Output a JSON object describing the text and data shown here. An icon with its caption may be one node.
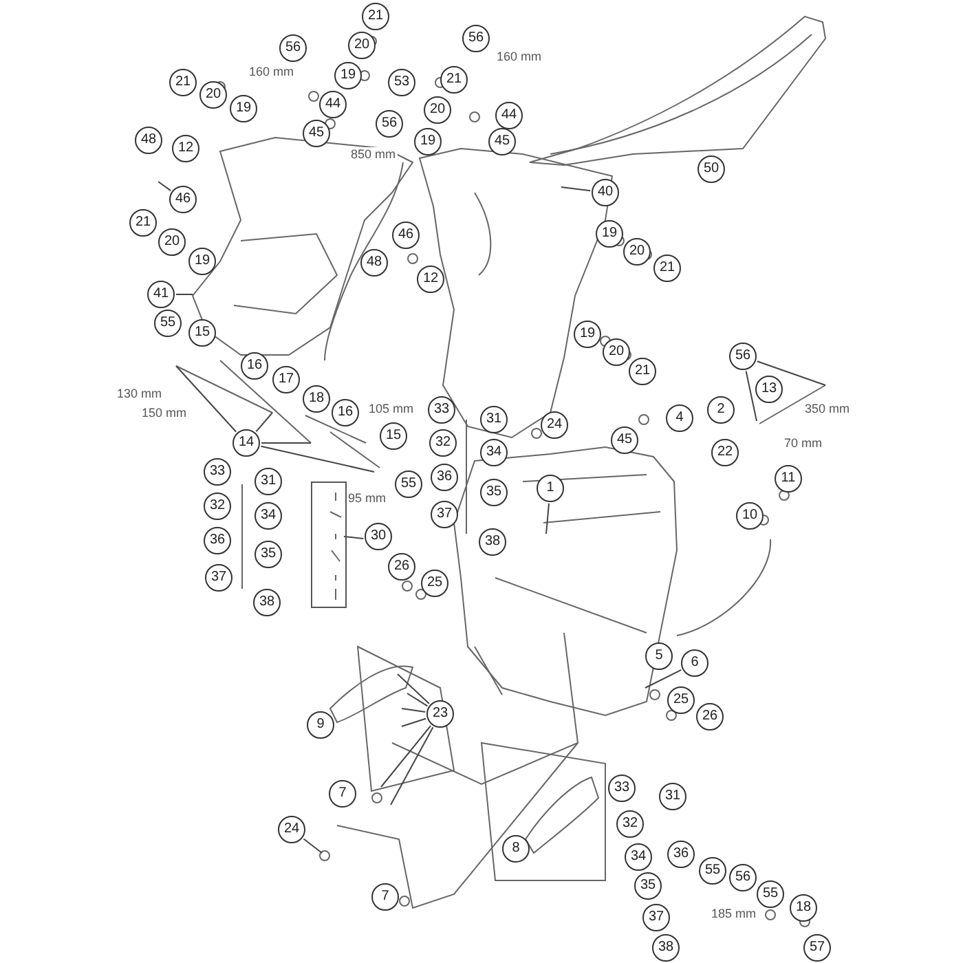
{
  "diagram": {
    "nodes": [
      {
        "text": [
          "21"
        ]
      },
      {
        "text": [
          "56"
        ]
      },
      {
        "text": [
          "20"
        ]
      },
      {
        "text": [
          "56"
        ]
      },
      {
        "text": [
          "19"
        ]
      },
      {
        "text": [
          "53"
        ]
      },
      {
        "text": [
          "21"
        ]
      },
      {
        "text": [
          "21"
        ]
      },
      {
        "text": [
          "20"
        ]
      },
      {
        "text": [
          "44"
        ]
      },
      {
        "text": [
          "19"
        ]
      },
      {
        "text": [
          "20"
        ]
      },
      {
        "text": [
          "44"
        ]
      },
      {
        "text": [
          "56"
        ]
      },
      {
        "text": [
          "45"
        ]
      },
      {
        "text": [
          "19"
        ]
      },
      {
        "text": [
          "48"
        ]
      },
      {
        "text": [
          "45"
        ]
      },
      {
        "text": [
          "12"
        ]
      },
      {
        "text": [
          "50"
        ]
      },
      {
        "text": [
          "40"
        ]
      },
      {
        "text": [
          "46"
        ]
      },
      {
        "text": [
          "21"
        ]
      },
      {
        "text": [
          "46"
        ]
      },
      {
        "text": [
          "19"
        ]
      },
      {
        "text": [
          "20"
        ]
      },
      {
        "text": [
          "19"
        ]
      },
      {
        "text": [
          "20"
        ]
      },
      {
        "text": [
          "48"
        ]
      },
      {
        "text": [
          "21"
        ]
      },
      {
        "text": [
          "12"
        ]
      },
      {
        "text": [
          "41"
        ]
      },
      {
        "text": [
          "55"
        ]
      },
      {
        "text": [
          "19"
        ]
      },
      {
        "text": [
          "15"
        ]
      },
      {
        "text": [
          "20"
        ]
      },
      {
        "text": [
          "56"
        ]
      },
      {
        "text": [
          "16"
        ]
      },
      {
        "text": [
          "21"
        ]
      },
      {
        "text": [
          "17"
        ]
      },
      {
        "text": [
          "13"
        ]
      },
      {
        "text": [
          "18"
        ]
      },
      {
        "text": [
          "2"
        ]
      },
      {
        "text": [
          "33"
        ]
      },
      {
        "text": [
          "16"
        ]
      },
      {
        "text": [
          "4"
        ]
      },
      {
        "text": [
          "31"
        ]
      },
      {
        "text": [
          "24"
        ]
      },
      {
        "text": [
          "15"
        ]
      },
      {
        "text": [
          "32"
        ]
      },
      {
        "text": [
          "45"
        ]
      },
      {
        "text": [
          "14"
        ]
      },
      {
        "text": [
          "34"
        ]
      },
      {
        "text": [
          "22"
        ]
      },
      {
        "text": [
          "33"
        ]
      },
      {
        "text": [
          "36"
        ]
      },
      {
        "text": [
          "11"
        ]
      },
      {
        "text": [
          "31"
        ]
      },
      {
        "text": [
          "55"
        ]
      },
      {
        "text": [
          "1"
        ]
      },
      {
        "text": [
          "35"
        ]
      },
      {
        "text": [
          "32"
        ]
      },
      {
        "text": [
          "37"
        ]
      },
      {
        "text": [
          "34"
        ]
      },
      {
        "text": [
          "10"
        ]
      },
      {
        "text": [
          "36"
        ]
      },
      {
        "text": [
          "30"
        ]
      },
      {
        "text": [],
        "shape": "box"
      },
      {
        "text": [
          "38"
        ]
      },
      {
        "text": [
          "35"
        ]
      },
      {
        "text": [
          "26"
        ]
      },
      {
        "text": [
          "25"
        ]
      },
      {
        "text": [
          "37"
        ]
      },
      {
        "text": [
          "38"
        ]
      },
      {
        "text": [
          "5"
        ]
      },
      {
        "text": [
          "6"
        ]
      },
      {
        "text": [
          "25"
        ]
      },
      {
        "text": [
          "26"
        ]
      },
      {
        "text": [
          "23"
        ]
      },
      {
        "text": [
          "9"
        ]
      },
      {
        "text": [
          "33"
        ]
      },
      {
        "text": [
          "7"
        ]
      },
      {
        "text": [
          "31"
        ]
      },
      {
        "text": [
          "32"
        ]
      },
      {
        "text": [
          "24"
        ]
      },
      {
        "text": [
          "8"
        ]
      },
      {
        "text": [
          "34"
        ]
      },
      {
        "text": [
          "36"
        ]
      },
      {
        "text": [
          "55"
        ]
      },
      {
        "text": [
          "56"
        ]
      },
      {
        "text": [
          "35"
        ]
      },
      {
        "text": [
          "7"
        ]
      },
      {
        "text": [
          "55"
        ]
      },
      {
        "text": [
          "18"
        ]
      },
      {
        "text": [
          "37"
        ]
      },
      {
        "text": [
          "38"
        ]
      },
      {
        "text": [
          "57"
        ]
      }
    ],
    "edges": [
      {
        "from": 20,
        "to": null,
        "arrow": "none"
      },
      {
        "from": 21,
        "to": null,
        "arrow": "none"
      },
      {
        "from": 31,
        "to": null,
        "arrow": "none"
      },
      {
        "from": 36,
        "to": null,
        "arrow": "none"
      },
      {
        "from": 36,
        "to": null,
        "arrow": "none"
      },
      {
        "from": 51,
        "to": null,
        "arrow": "none"
      },
      {
        "from": 51,
        "to": null,
        "arrow": "none"
      },
      {
        "from": 51,
        "to": null,
        "arrow": "none"
      },
      {
        "from": 51,
        "to": null,
        "arrow": "none"
      },
      {
        "from": 59,
        "to": null,
        "arrow": "none"
      },
      {
        "from": 66,
        "to": 67,
        "arrow": "none"
      },
      {
        "from": 75,
        "to": null,
        "arrow": "none"
      },
      {
        "from": 78,
        "to": null,
        "arrow": "none"
      },
      {
        "from": 78,
        "to": null,
        "arrow": "none"
      },
      {
        "from": 78,
        "to": null,
        "arrow": "none"
      },
      {
        "from": 78,
        "to": null,
        "arrow": "none"
      },
      {
        "from": 78,
        "to": null,
        "arrow": "none"
      },
      {
        "from": 78,
        "to": null,
        "arrow": "none"
      },
      {
        "from": 84,
        "to": null,
        "arrow": "none"
      }
    ],
    "labels": [
      "160 mm",
      "160 mm",
      "850 mm",
      "130 mm",
      "150 mm",
      "350 mm",
      "70 mm",
      "105 mm",
      "95 mm",
      "185 mm"
    ]
  }
}
